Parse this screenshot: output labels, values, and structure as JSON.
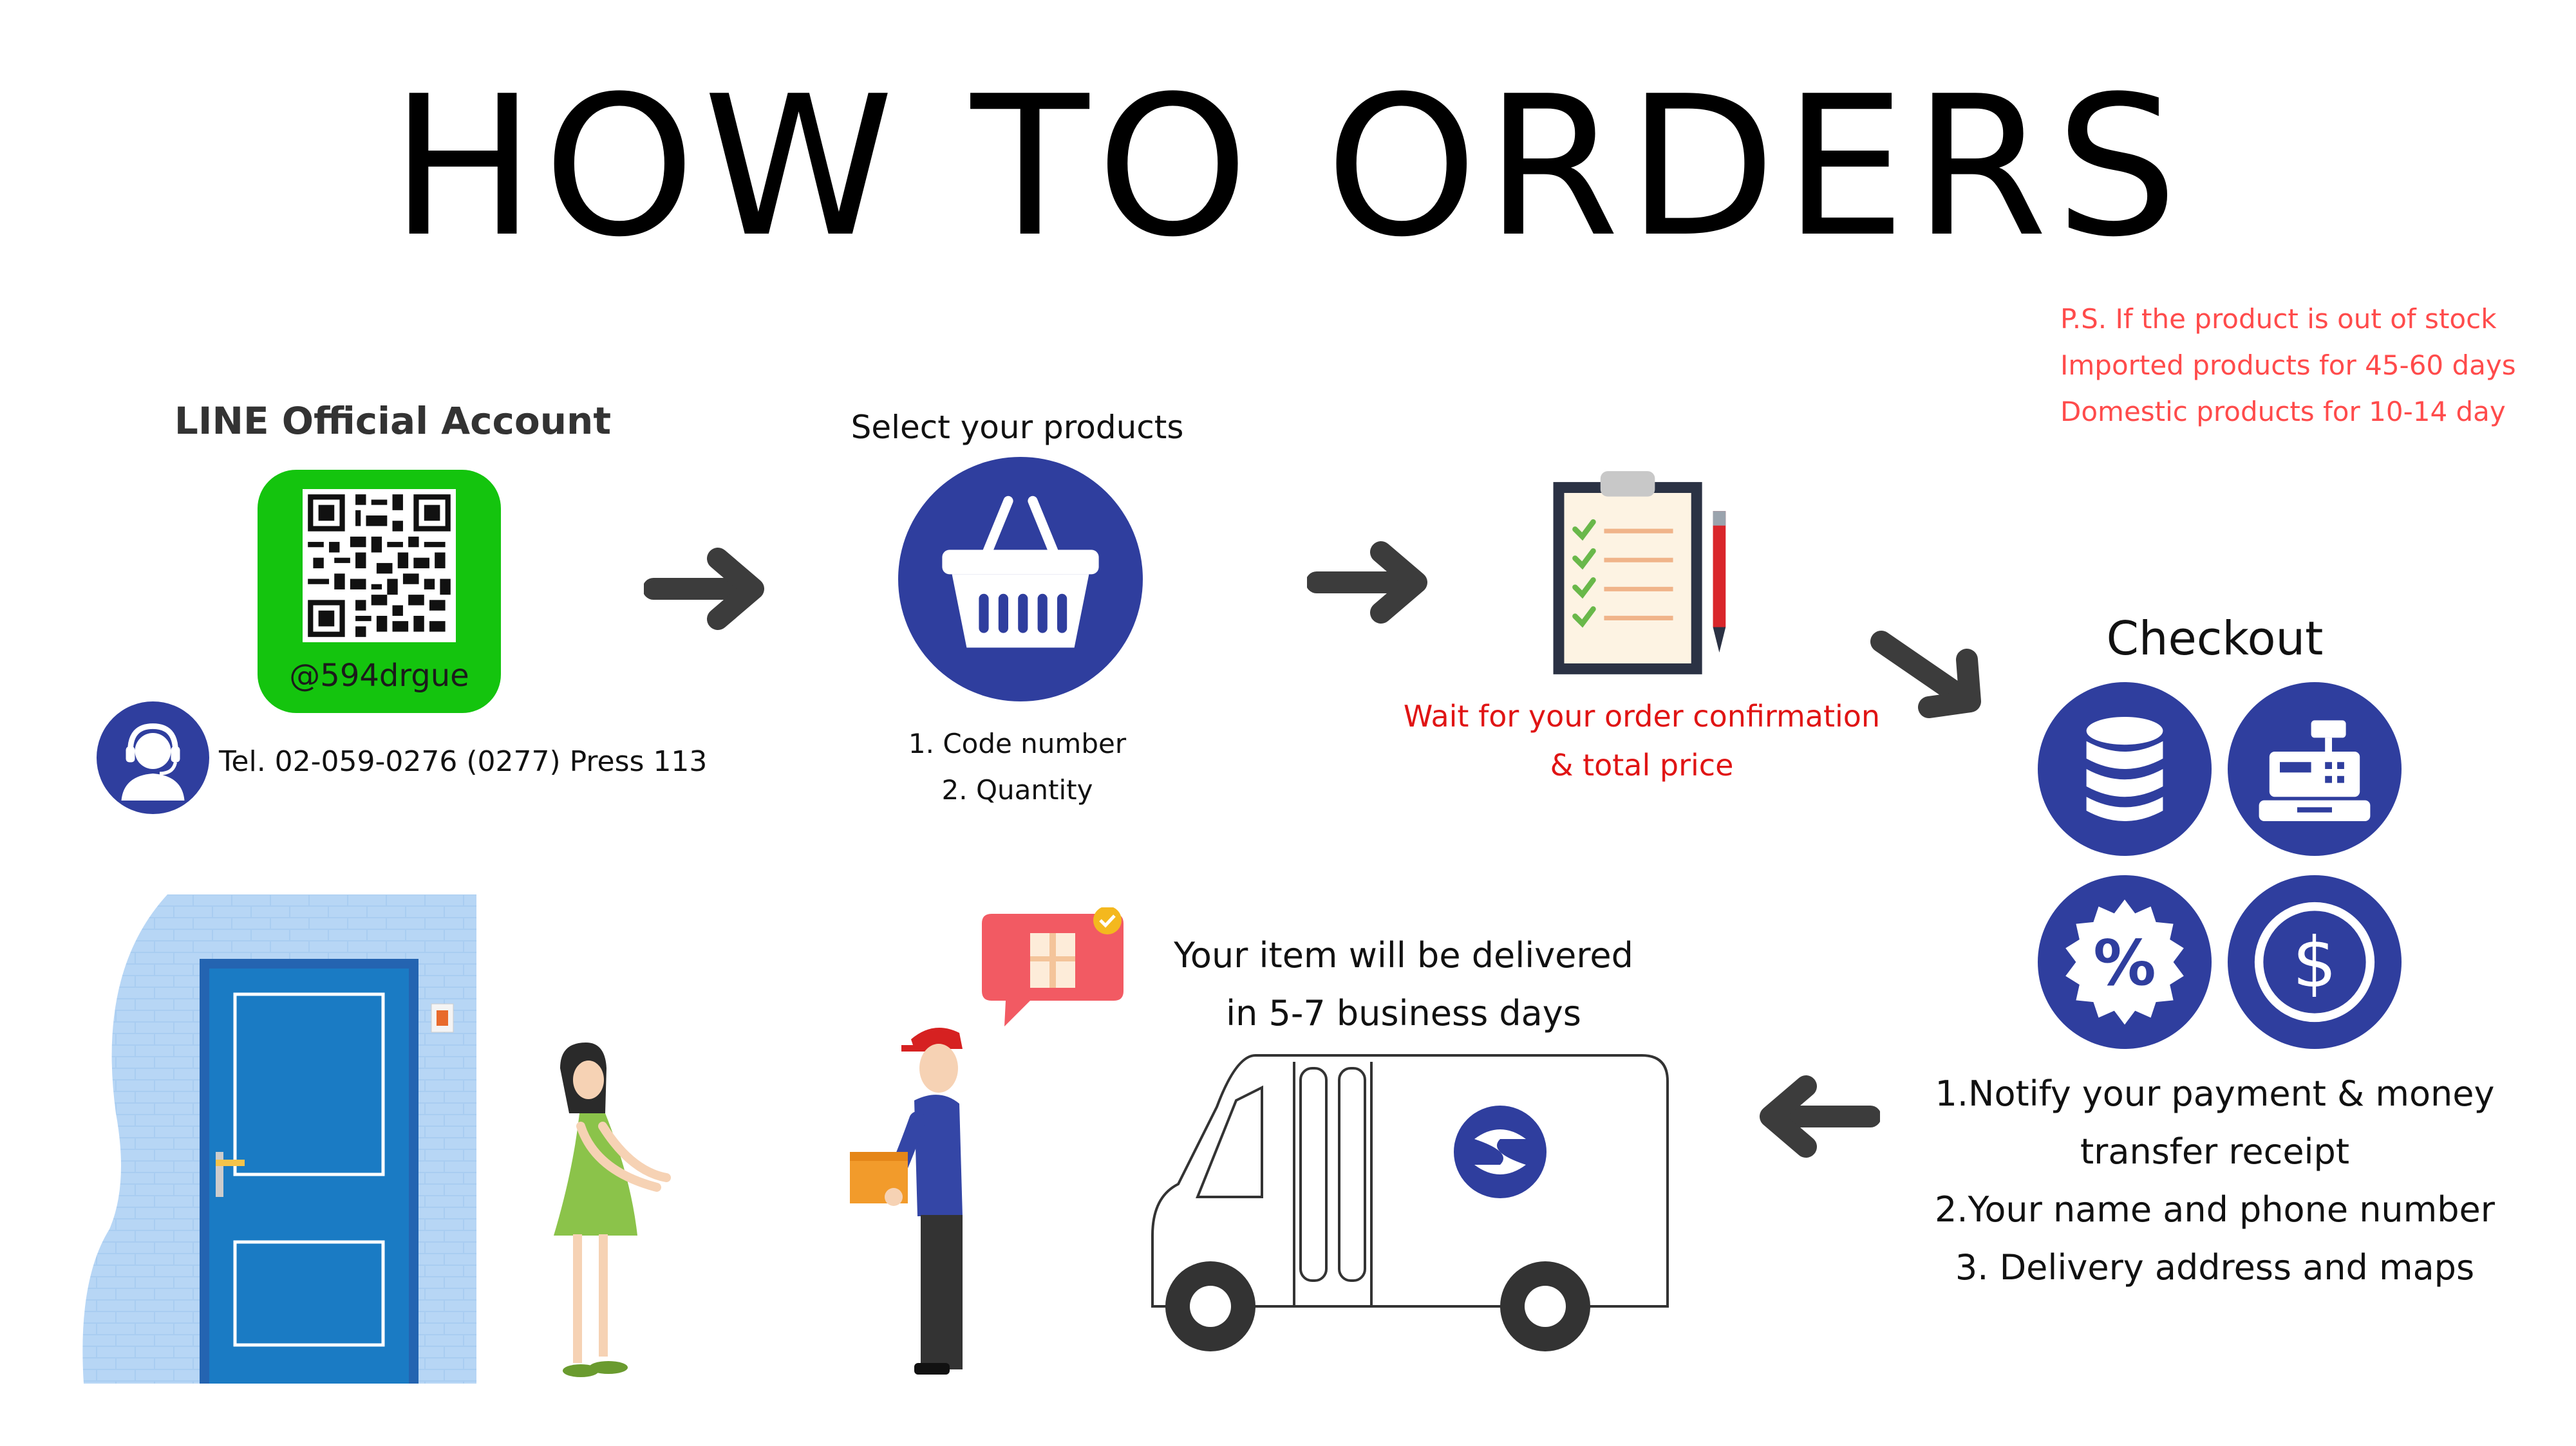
{
  "title": "HOW TO ORDERS",
  "ps": [
    "P.S. If the product is out of stock",
    "Imported products for 45-60 days",
    "Domestic products for 10-14 day"
  ],
  "line": {
    "title": "LINE Official Account",
    "id": "@594drgue",
    "tel": "Tel. 02-059-0276 (0277) Press 113"
  },
  "select": {
    "title": "Select your products",
    "items": [
      "1. Code number",
      "2. Quantity"
    ]
  },
  "wait": [
    "Wait for your order confirmation",
    "& total price"
  ],
  "checkout": {
    "title": "Checkout",
    "steps": [
      "1.Notify your payment & money",
      "transfer receipt",
      "2.Your name and phone number",
      "3. Delivery address and maps"
    ]
  },
  "deliver": [
    "Your item will be delivered",
    "in 5-7 business days"
  ],
  "icons": [
    "qr-code-icon",
    "customer-service-icon",
    "arrow-right-icon",
    "shopping-basket-icon",
    "clipboard-checklist-icon",
    "pen-icon",
    "arrow-down-right-icon",
    "database-icon",
    "cash-register-icon",
    "percent-badge-icon",
    "dollar-coin-icon",
    "arrow-left-icon",
    "delivery-van-icon",
    "courier-man-icon",
    "woman-receiving-icon",
    "door-icon",
    "package-chat-icon"
  ],
  "colors": {
    "brand_blue": "#2f3e9e",
    "line_green": "#14c40e",
    "ps_red": "#ff4b4b",
    "wait_red": "#e01414",
    "arrow_dark": "#3c3c3c"
  }
}
